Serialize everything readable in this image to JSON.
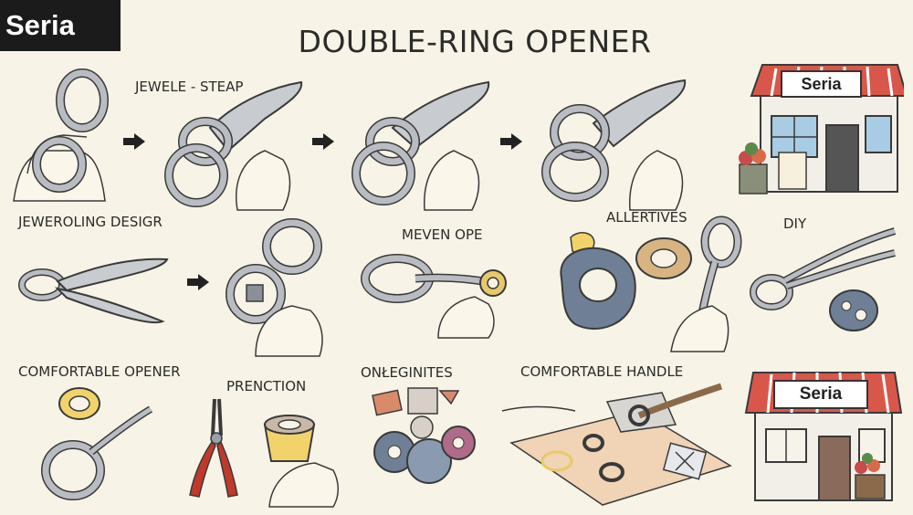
{
  "brand": {
    "logo_text": "Seria"
  },
  "title": "DOUBLE-RING OPENER",
  "labels": {
    "jewele_steap": "JEWELE - STEAP",
    "jeweroling_design": "JEWEROLING DESIGR",
    "meven_ope": "MEVEN OPE",
    "allertives": "ALLERTIVES",
    "diy": "DIY",
    "comfortable_opener": "COMFORTABLE OPENER",
    "prenction": "PRENCTION",
    "onleginitites": "ONŁEGINITES",
    "comfortable_handle": "COMFORTABLE HANDLE"
  },
  "stores": [
    {
      "sign": "Seria"
    },
    {
      "sign": "Seria"
    }
  ],
  "colors": {
    "background": "#f7f3e6",
    "metal": "#b9bcc2",
    "outline": "#3a3a3a",
    "awning_red": "#d9574a",
    "plier_red": "#c0392b",
    "gold": "#e8c96a"
  }
}
